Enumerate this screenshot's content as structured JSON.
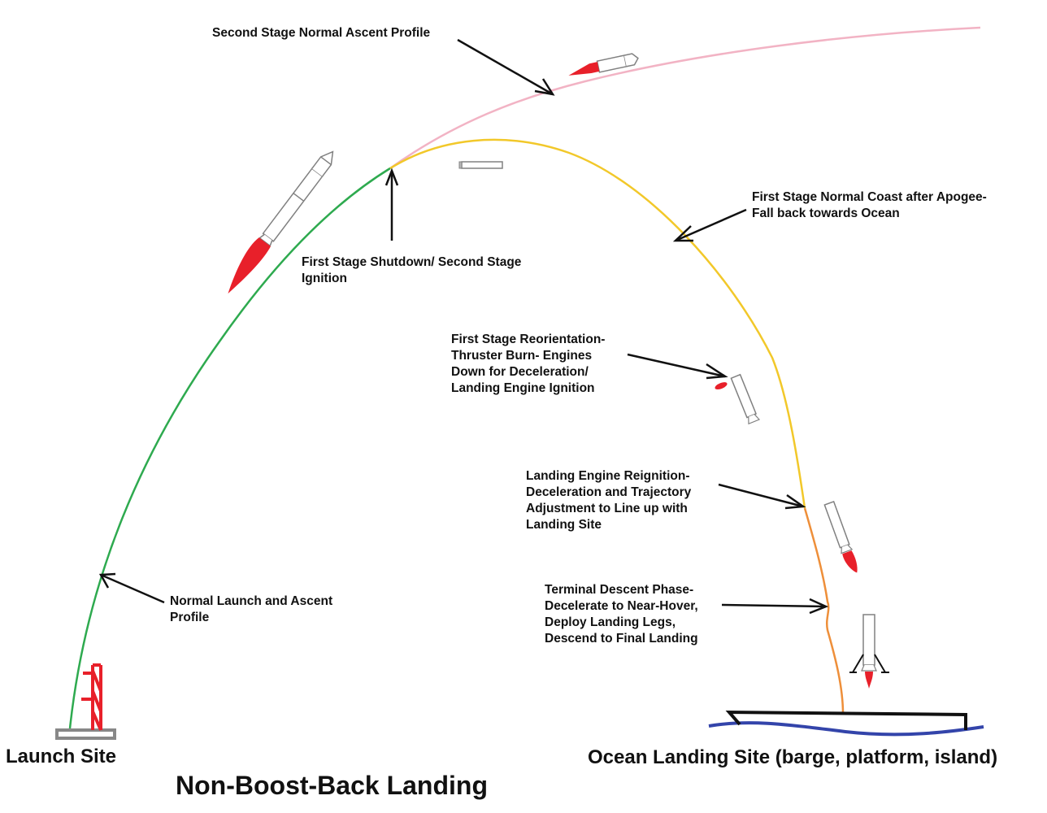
{
  "title": "Non-Boost-Back Landing",
  "sites": {
    "launch": "Launch Site",
    "landing": "Ocean Landing Site (barge, platform, island)"
  },
  "annotations": {
    "second_stage_ascent": "Second Stage Normal Ascent Profile",
    "stage_separation": "First Stage Shutdown/ Second Stage\nIgnition",
    "coast": "First Stage Normal Coast after Apogee-\nFall back towards Ocean",
    "reorientation": "First Stage Reorientation-\nThruster Burn- Engines\nDown for Deceleration/\nLanding Engine Ignition",
    "reignition": "Landing Engine Reignition-\nDeceleration and Trajectory\nAdjustment to Line up with\nLanding Site",
    "terminal": "Terminal Descent Phase-\nDecelerate to Near-Hover,\nDeploy Landing Legs,\nDescend to Final Landing",
    "launch_ascent": "Normal Launch and Ascent\nProfile"
  },
  "colors": {
    "launch_ascent_path": "#2eaa4f",
    "second_stage_path": "#f2b3c4",
    "coast_path": "#f2c82a",
    "landing_burn_path": "#ee8f3a",
    "rocket_outline": "#808080",
    "flame": "#e8202a",
    "launch_tower": "#e8202a",
    "launch_pad": "#888888",
    "ocean": "#3344aa",
    "barge": "#111111",
    "arrows": "#111111"
  }
}
